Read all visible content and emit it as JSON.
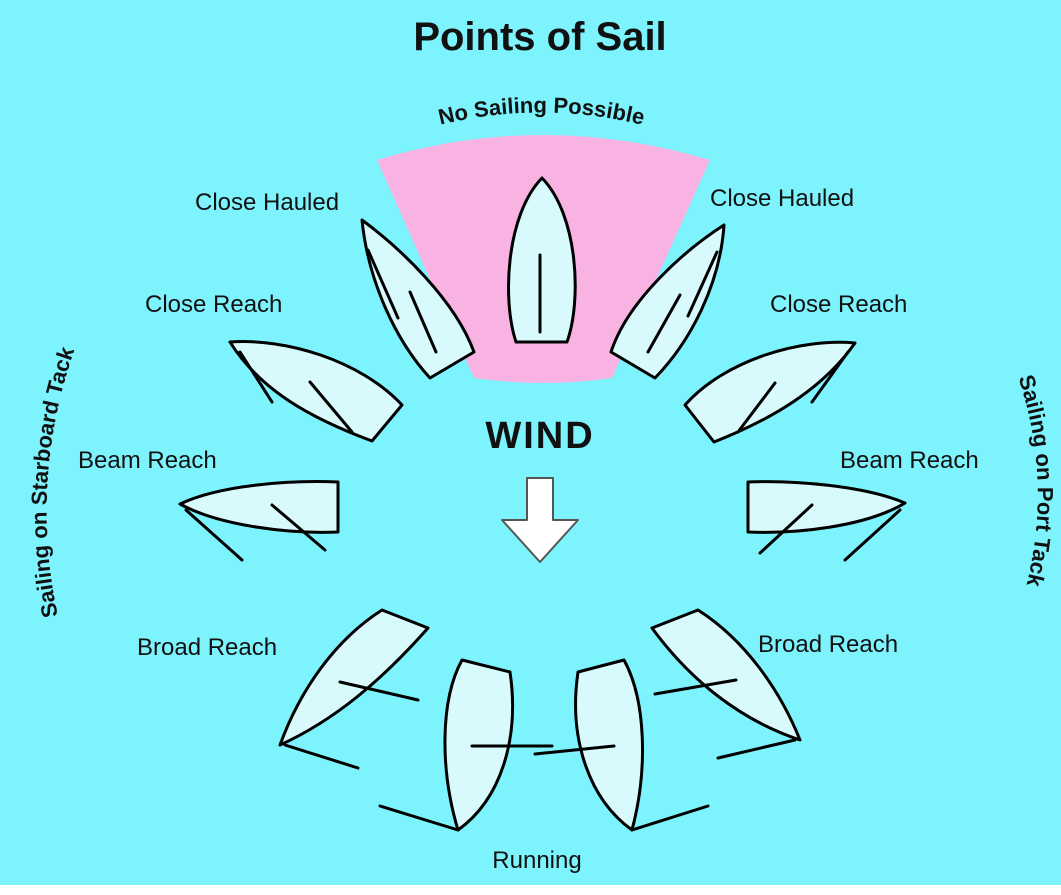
{
  "title": "Points of Sail",
  "no_go_label": "No Sailing Possible",
  "wind_label": "WIND",
  "side_labels": {
    "starboard": "Sailing on Starboard Tack",
    "port": "Sailing on Port Tack"
  },
  "points_of_sail": {
    "close_hauled_left": "Close Hauled",
    "close_hauled_right": "Close Hauled",
    "close_reach_left": "Close Reach",
    "close_reach_right": "Close Reach",
    "beam_reach_left": "Beam Reach",
    "beam_reach_right": "Beam Reach",
    "broad_reach_left": "Broad Reach",
    "broad_reach_right": "Broad Reach",
    "running": "Running"
  },
  "colors": {
    "background": "#7df3fd",
    "no_go_zone": "#f9b3e3",
    "hull": "#d8fafc",
    "arrow": "#ffffff",
    "outline": "#000000"
  }
}
